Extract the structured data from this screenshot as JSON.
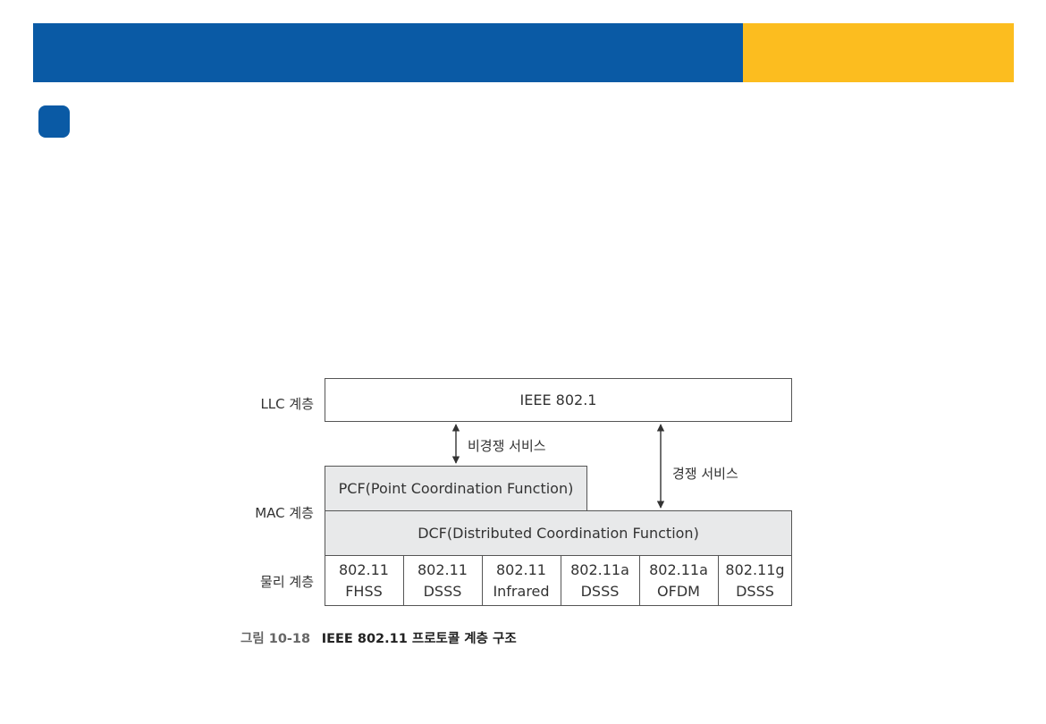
{
  "colors": {
    "header_blue": "#0a5aa5",
    "header_yellow": "#fcbd1f",
    "bullet_blue": "#0a5aa5"
  },
  "diagram": {
    "layer_labels": {
      "llc": "LLC 계층",
      "mac": "MAC 계층",
      "phy": "물리 계층"
    },
    "llc_box": "IEEE 802.1",
    "pcf_box": "PCF(Point Coordination Function)",
    "dcf_box": "DCF(Distributed Coordination Function)",
    "contention_free_service": "비경쟁 서비스",
    "contention_service": "경쟁 서비스",
    "physical": [
      {
        "line1": "802.11",
        "line2": "FHSS"
      },
      {
        "line1": "802.11",
        "line2": "DSSS"
      },
      {
        "line1": "802.11",
        "line2": "Infrared"
      },
      {
        "line1": "802.11a",
        "line2": "DSSS"
      },
      {
        "line1": "802.11a",
        "line2": "OFDM"
      },
      {
        "line1": "802.11g",
        "line2": "DSSS"
      }
    ]
  },
  "caption": {
    "number": "그림 10-18",
    "text": "IEEE 802.11 프로토콜 계층 구조"
  }
}
